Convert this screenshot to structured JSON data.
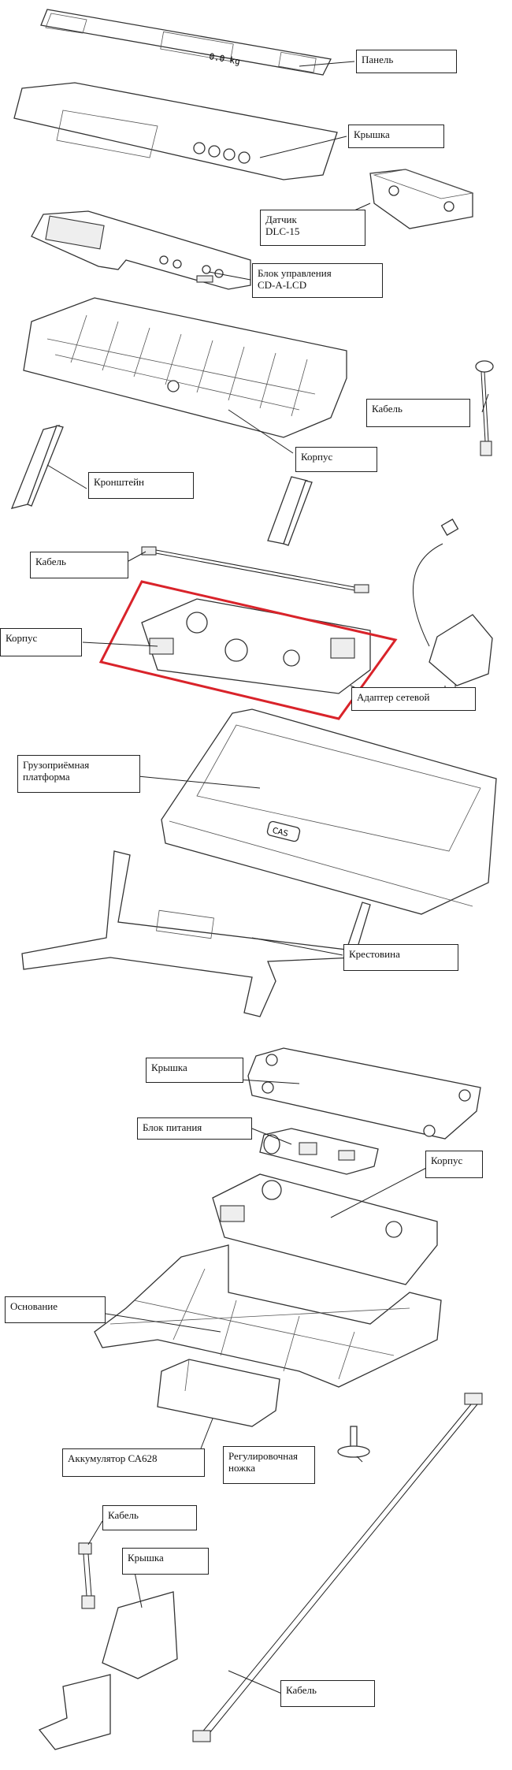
{
  "labels": {
    "panel": "Панель",
    "cover_top": "Крышка",
    "sensor": "Датчик\nDLC-15",
    "control_unit": "Блок управления\nCD-A-LCD",
    "cable_small": "Кабель",
    "housing_top": "Корпус",
    "bracket": "Кронштейн",
    "cable_mid": "Кабель",
    "housing_mid": "Корпус",
    "adapter": "Адаптер сетевой",
    "platform": "Грузоприёмная\nплатформа",
    "cross": "Крестовина",
    "cover_bottom": "Крышка",
    "power_unit": "Блок питания",
    "housing_bottom": "Корпус",
    "base": "Основание",
    "battery": "Аккумулятор СА628",
    "foot": "Регулировочная\nножка",
    "cable_lower": "Кабель",
    "cover_small": "Крышка",
    "cable_long": "Кабель"
  },
  "platform_logo": "CAS",
  "panel_display": "0.0 kg",
  "highlight_color": "#d9232a"
}
